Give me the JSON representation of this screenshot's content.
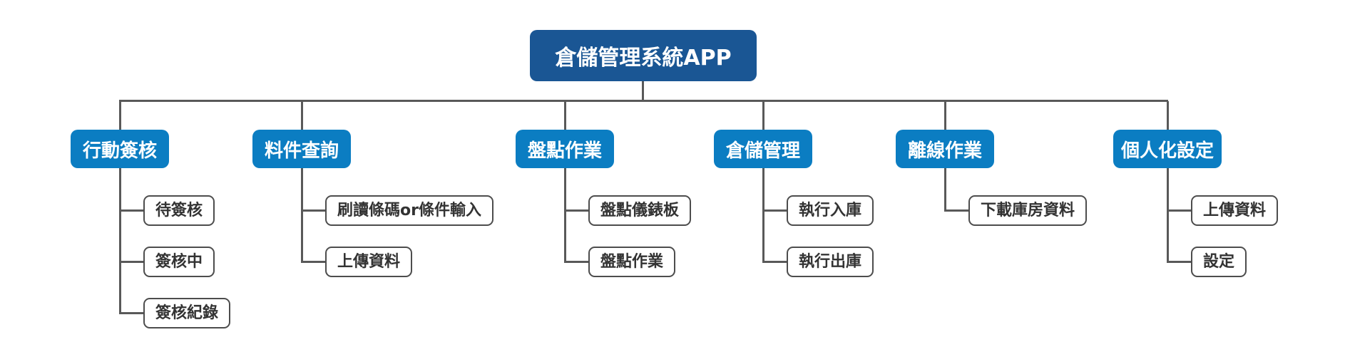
{
  "diagram_title": "倉儲管理系統APP",
  "root": {
    "label": "倉儲管理系統APP"
  },
  "branches": [
    {
      "label": "行動簽核",
      "children": [
        "待簽核",
        "簽核中",
        "簽核紀錄"
      ]
    },
    {
      "label": "料件查詢",
      "children": [
        "刷讀條碼or條件輸入",
        "上傳資料"
      ]
    },
    {
      "label": "盤點作業",
      "children": [
        "盤點儀錶板",
        "盤點作業"
      ]
    },
    {
      "label": "倉儲管理",
      "children": [
        "執行入庫",
        "執行出庫"
      ]
    },
    {
      "label": "離線作業",
      "children": [
        "下載庫房資料"
      ]
    },
    {
      "label": "個人化設定",
      "children": [
        "上傳資料",
        "設定"
      ]
    }
  ],
  "colors": {
    "background": "#ffffff",
    "root_bg": "#1a5694",
    "branch_bg": "#0b7dc2",
    "line": "#595959",
    "child_border": "#4d4d4d",
    "child_text": "#333333",
    "node_text": "#ffffff"
  }
}
